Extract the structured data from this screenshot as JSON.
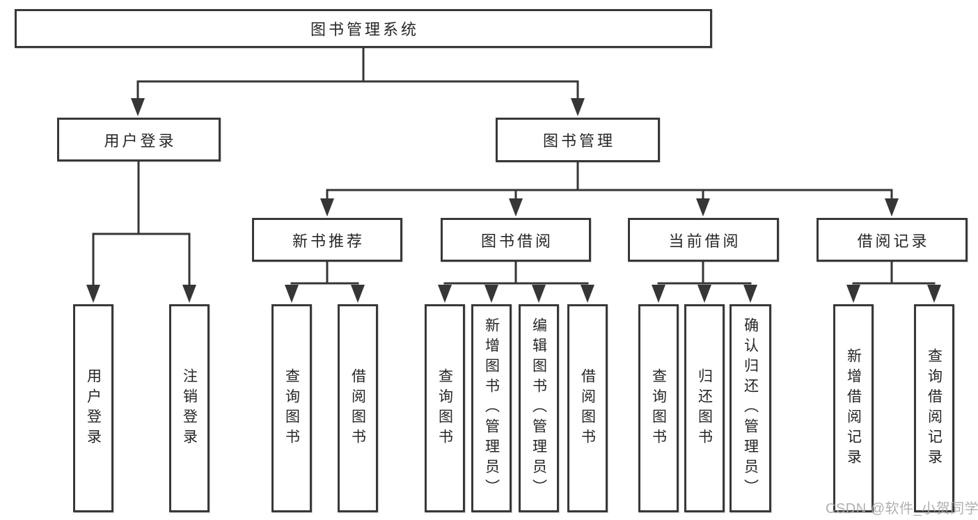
{
  "diagram": {
    "type": "hierarchy-tree",
    "orientation": "top-down",
    "colors": {
      "background": "#ffffff",
      "line": "#363636",
      "node_border": "#383838",
      "node_fill": "#ffffff",
      "text": "#262626",
      "watermark": "#a8a8a8"
    },
    "tree": {
      "root": {
        "label": "图书管理系统"
      },
      "level2": [
        {
          "label": "用户登录"
        },
        {
          "label": "图书管理"
        }
      ],
      "level3": [
        {
          "label": "新书推荐",
          "parent": "图书管理"
        },
        {
          "label": "图书借阅",
          "parent": "图书管理"
        },
        {
          "label": "当前借阅",
          "parent": "图书管理"
        },
        {
          "label": "借阅记录",
          "parent": "图书管理"
        }
      ],
      "leaves": [
        {
          "label": "用户登录",
          "parent": "用户登录"
        },
        {
          "label": "注销登录",
          "parent": "用户登录"
        },
        {
          "label": "查询图书",
          "parent": "新书推荐"
        },
        {
          "label": "借阅图书",
          "parent": "新书推荐"
        },
        {
          "label": "查询图书",
          "parent": "图书借阅"
        },
        {
          "label": "新增图书（管理员）",
          "parent": "图书借阅"
        },
        {
          "label": "编辑图书（管理员）",
          "parent": "图书借阅"
        },
        {
          "label": "借阅图书",
          "parent": "图书借阅"
        },
        {
          "label": "查询图书",
          "parent": "当前借阅"
        },
        {
          "label": "归还图书",
          "parent": "当前借阅"
        },
        {
          "label": "确认归还（管理员）",
          "parent": "当前借阅"
        },
        {
          "label": "新增借阅记录",
          "parent": "借阅记录"
        },
        {
          "label": "查询借阅记录",
          "parent": "借阅记录"
        }
      ]
    },
    "watermark": {
      "text": "CSDN @软件_小贺同学"
    }
  }
}
